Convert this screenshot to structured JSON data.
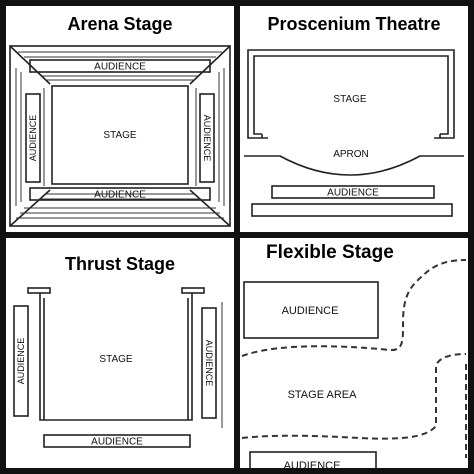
{
  "panels": {
    "arena": {
      "title": "Arena Stage",
      "stage": "STAGE",
      "audience_top": "AUDIENCE",
      "audience_bottom": "AUDIENCE",
      "audience_left": "AUDIENCE",
      "audience_right": "AUDIENCE"
    },
    "proscenium": {
      "title": "Proscenium Theatre",
      "stage": "STAGE",
      "apron": "APRON",
      "audience": "AUDIENCE"
    },
    "thrust": {
      "title": "Thrust Stage",
      "stage": "STAGE",
      "audience_left": "AUDIENCE",
      "audience_right": "AUDIENCE",
      "audience_bottom": "AUDIENCE"
    },
    "flexible": {
      "title": "Flexible Stage",
      "audience_top": "AUDIENCE",
      "stage_area": "STAGE AREA",
      "audience_bottom": "AUDIENCE"
    }
  }
}
